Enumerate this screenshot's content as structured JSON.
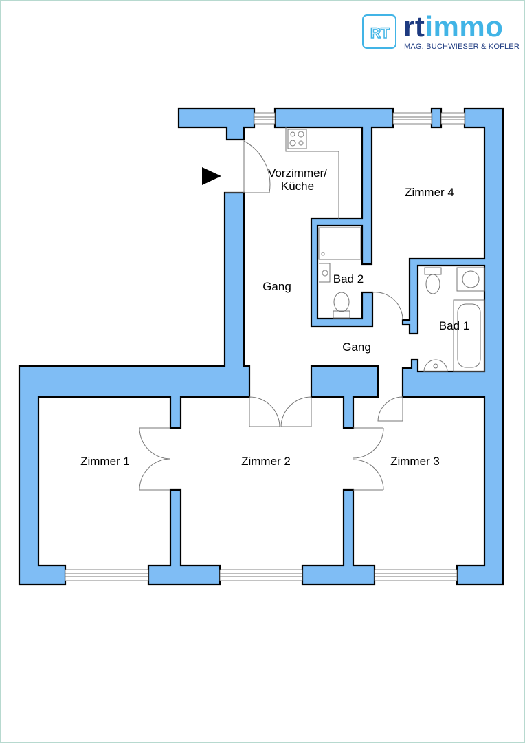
{
  "logo": {
    "mark": "RT",
    "brand_prefix": "rt",
    "brand_suffix": "immo",
    "tagline": "MAG. BUCHWIESER & KOFLER"
  },
  "rooms": {
    "vorzimmer_line1": "Vorzimmer/",
    "vorzimmer_line2": "Küche",
    "zimmer4": "Zimmer 4",
    "gang_upper": "Gang",
    "bad2": "Bad 2",
    "bad1": "Bad 1",
    "gang_lower": "Gang",
    "zimmer1": "Zimmer 1",
    "zimmer2": "Zimmer 2",
    "zimmer3": "Zimmer 3"
  },
  "colors": {
    "wall": "#7fbdf5",
    "brand_dark": "#1d3a80",
    "brand_light": "#41b4e6"
  },
  "icons": [
    "entrance-arrow-icon",
    "stove-icon",
    "shower-icon",
    "toilet-icon",
    "sink-icon",
    "bathtub-icon"
  ]
}
